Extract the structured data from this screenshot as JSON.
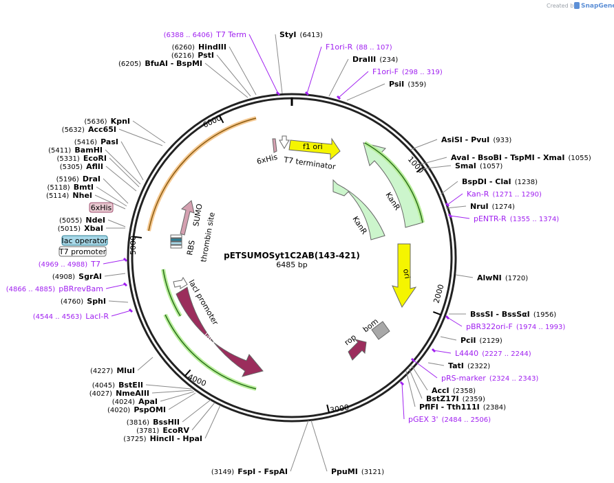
{
  "watermark": {
    "created_by": "Created by",
    "brand": "SnapGene"
  },
  "plasmid": {
    "name": "pETSUMOSyt1C2AB(143-421)",
    "size_label": "6485 bp"
  },
  "features": {
    "f1_ori": "f1 ori",
    "t7_terminator": "T7 terminator",
    "sixhis_top": "6xHis",
    "kanr": "KanR",
    "ori": "ori",
    "bom": "bom",
    "rop": "rop",
    "laci": "lacI",
    "laci_promoter": "lacI promoter",
    "sumo": "SUMO",
    "thrombin_site": "thrombin site",
    "rbs": "RBS"
  },
  "tags": {
    "sixhis": "6xHis",
    "lac_operator": "lac operator",
    "t7_promoter": "T7 promoter"
  },
  "ticks": {
    "t1000": "1000",
    "t2000": "2000",
    "t3000": "3000",
    "t4000": "4000",
    "t5000": "5000",
    "t6000": "6000"
  },
  "labels": [
    {
      "id": "t7-term",
      "type": "primer",
      "pos": "(6388 .. 6406)",
      "name": "T7 Term",
      "side": "left"
    },
    {
      "id": "styi",
      "type": "site",
      "name": "StyI",
      "pos": "(6413)",
      "side": "right"
    },
    {
      "id": "hindiii",
      "type": "site",
      "pos": "(6260)",
      "name": "HindIII",
      "side": "left"
    },
    {
      "id": "psti",
      "type": "site",
      "pos": "(6216)",
      "name": "PstI",
      "side": "left"
    },
    {
      "id": "bfuai",
      "type": "site",
      "pos": "(6205)",
      "name": "BfuAI  -  BspMI",
      "side": "left"
    },
    {
      "id": "f1ori-r",
      "type": "primer",
      "name": "F1ori-R",
      "pos": "(88 .. 107)",
      "side": "right"
    },
    {
      "id": "draiii",
      "type": "site",
      "name": "DraIII",
      "pos": "(234)",
      "side": "right"
    },
    {
      "id": "f1ori-f",
      "type": "primer",
      "name": "F1ori-F",
      "pos": "(298 .. 319)",
      "side": "right"
    },
    {
      "id": "psii",
      "type": "site",
      "name": "PsiI",
      "pos": "(359)",
      "side": "right"
    },
    {
      "id": "asisi",
      "type": "site",
      "name": "AsiSI  -  PvuI",
      "pos": "(933)",
      "side": "right"
    },
    {
      "id": "avai",
      "type": "site",
      "name": "AvaI  -  BsoBI  -  TspMI  -  XmaI",
      "pos": "(1055)",
      "side": "right"
    },
    {
      "id": "smai",
      "type": "site",
      "name": "SmaI",
      "pos": "(1057)",
      "side": "right"
    },
    {
      "id": "bspdi",
      "type": "site",
      "name": "BspDI  -  ClaI",
      "pos": "(1238)",
      "side": "right"
    },
    {
      "id": "kan-r",
      "type": "primer",
      "name": "Kan-R",
      "pos": "(1271 .. 1290)",
      "side": "right"
    },
    {
      "id": "nrui",
      "type": "site",
      "name": "NruI",
      "pos": "(1274)",
      "side": "right"
    },
    {
      "id": "pentr-r",
      "type": "primer",
      "name": "pENTR-R",
      "pos": "(1355 .. 1374)",
      "side": "right"
    },
    {
      "id": "alwni",
      "type": "site",
      "name": "AlwNI",
      "pos": "(1720)",
      "side": "right"
    },
    {
      "id": "bsssi",
      "type": "site",
      "name": "BssSI  -  BssSαI",
      "pos": "(1956)",
      "side": "right"
    },
    {
      "id": "pbr322ori-f",
      "type": "primer",
      "name": "pBR322ori-F",
      "pos": "(1974 .. 1993)",
      "side": "right"
    },
    {
      "id": "pcii",
      "type": "site",
      "name": "PciI",
      "pos": "(2129)",
      "side": "right"
    },
    {
      "id": "l4440",
      "type": "primer",
      "name": "L4440",
      "pos": "(2227 .. 2244)",
      "side": "right"
    },
    {
      "id": "tati",
      "type": "site",
      "name": "TatI",
      "pos": "(2322)",
      "side": "right"
    },
    {
      "id": "prs-marker",
      "type": "primer",
      "name": "pRS-marker",
      "pos": "(2324 .. 2343)",
      "side": "right"
    },
    {
      "id": "acci",
      "type": "site",
      "name": "AccI",
      "pos": "(2358)",
      "side": "right"
    },
    {
      "id": "bstz17i",
      "type": "site",
      "name": "BstZ17I",
      "pos": "(2359)",
      "side": "right"
    },
    {
      "id": "pflfi",
      "type": "site",
      "name": "PflFI  -  Tth111I",
      "pos": "(2384)",
      "side": "right"
    },
    {
      "id": "pgex3",
      "type": "primer",
      "name": "pGEX 3'",
      "pos": "(2484 .. 2506)",
      "side": "right"
    },
    {
      "id": "ppumi",
      "type": "site",
      "name": "PpuMI",
      "pos": "(3121)",
      "side": "right"
    },
    {
      "id": "fspi",
      "type": "site",
      "pos": "(3149)",
      "name": "FspI  -  FspAI",
      "side": "left"
    },
    {
      "id": "hincii",
      "type": "site",
      "pos": "(3725)",
      "name": "HincII  -  HpaI",
      "side": "left"
    },
    {
      "id": "ecorv",
      "type": "site",
      "pos": "(3781)",
      "name": "EcoRV",
      "side": "left"
    },
    {
      "id": "bsshii",
      "type": "site",
      "pos": "(3816)",
      "name": "BssHII",
      "side": "left"
    },
    {
      "id": "pspomi",
      "type": "site",
      "pos": "(4020)",
      "name": "PspOMI",
      "side": "left"
    },
    {
      "id": "apai",
      "type": "site",
      "pos": "(4024)",
      "name": "ApaI",
      "side": "left"
    },
    {
      "id": "nmeaiii",
      "type": "site",
      "pos": "(4027)",
      "name": "NmeAIII",
      "side": "left"
    },
    {
      "id": "bsteii",
      "type": "site",
      "pos": "(4045)",
      "name": "BstEII",
      "side": "left"
    },
    {
      "id": "mlui",
      "type": "site",
      "pos": "(4227)",
      "name": "MluI",
      "side": "left"
    },
    {
      "id": "laci-r",
      "type": "primer",
      "pos": "(4544 .. 4563)",
      "name": "LacI-R",
      "side": "left"
    },
    {
      "id": "sphi",
      "type": "site",
      "pos": "(4760)",
      "name": "SphI",
      "side": "left"
    },
    {
      "id": "pbrrevbam",
      "type": "primer",
      "pos": "(4866 .. 4885)",
      "name": "pBRrevBam",
      "side": "left"
    },
    {
      "id": "sgrai",
      "type": "site",
      "pos": "(4908)",
      "name": "SgrAI",
      "side": "left"
    },
    {
      "id": "t7",
      "type": "primer",
      "pos": "(4969 .. 4988)",
      "name": "T7",
      "side": "left"
    },
    {
      "id": "xbai",
      "type": "site",
      "pos": "(5015)",
      "name": "XbaI",
      "side": "left"
    },
    {
      "id": "ndei",
      "type": "site",
      "pos": "(5055)",
      "name": "NdeI",
      "side": "left"
    },
    {
      "id": "nhei",
      "type": "site",
      "pos": "(5114)",
      "name": "NheI",
      "side": "left"
    },
    {
      "id": "bmti",
      "type": "site",
      "pos": "(5118)",
      "name": "BmtI",
      "side": "left"
    },
    {
      "id": "drai",
      "type": "site",
      "pos": "(5196)",
      "name": "DraI",
      "side": "left"
    },
    {
      "id": "aflii",
      "type": "site",
      "pos": "(5305)",
      "name": "AflII",
      "side": "left"
    },
    {
      "id": "ecori",
      "type": "site",
      "pos": "(5331)",
      "name": "EcoRI",
      "side": "left"
    },
    {
      "id": "bamhi",
      "type": "site",
      "pos": "(5411)",
      "name": "BamHI",
      "side": "left"
    },
    {
      "id": "pasi",
      "type": "site",
      "pos": "(5416)",
      "name": "PasI",
      "side": "left"
    },
    {
      "id": "acc65i",
      "type": "site",
      "pos": "(5632)",
      "name": "Acc65I",
      "side": "left"
    },
    {
      "id": "kpni",
      "type": "site",
      "pos": "(5636)",
      "name": "KpnI",
      "side": "left"
    }
  ]
}
